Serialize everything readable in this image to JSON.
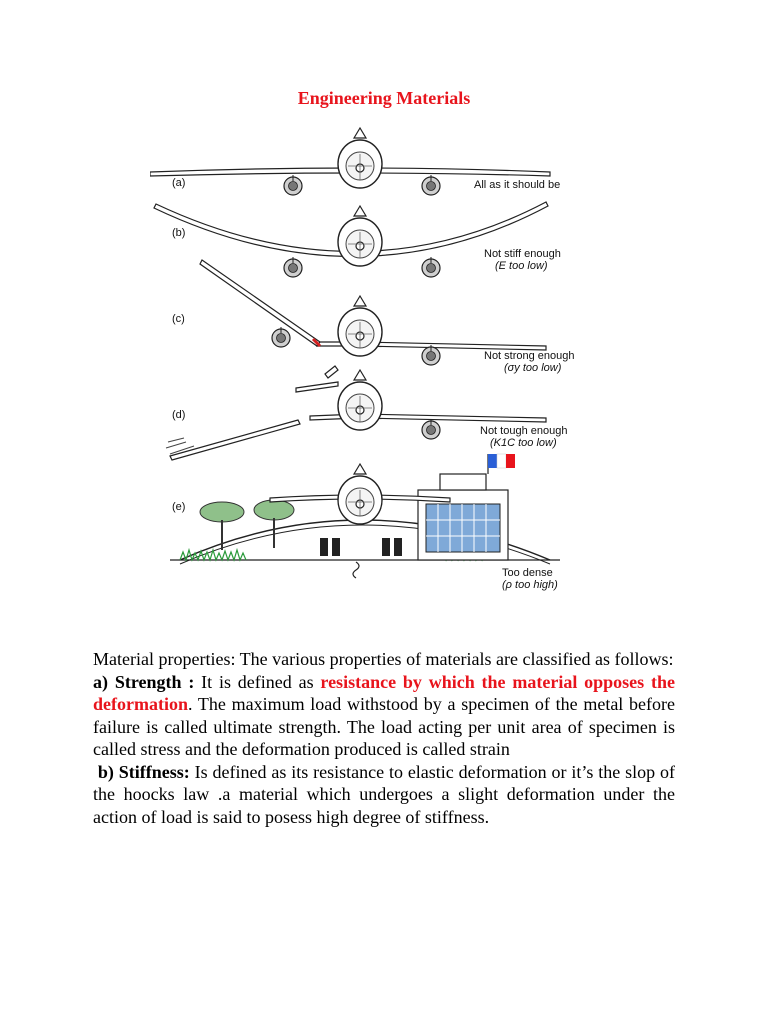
{
  "title": "Engineering Materials",
  "figure": {
    "panels": [
      {
        "label": "(a)",
        "caption": "All as it should be",
        "sub": ""
      },
      {
        "label": "(b)",
        "caption": "Not stiff enough",
        "sub": "(E too low)"
      },
      {
        "label": "(c)",
        "caption": "Not strong enough",
        "sub": "(σy too low)"
      },
      {
        "label": "(d)",
        "caption": "Not tough enough",
        "sub": "(K1C too low)"
      },
      {
        "label": "(e)",
        "caption": "Too dense",
        "sub": "(ρ too high)"
      }
    ]
  },
  "text": {
    "intro": "Material properties: The various properties of materials are classified as follows:",
    "strength_head": "a) Strength :",
    "strength_pre": " It is defined as ",
    "strength_red": "resistance by which the material opposes the deformation",
    "strength_post": ". The maximum load withstood by a specimen of the metal before failure is called ultimate strength. The load acting per unit area of specimen is called stress and the deformation produced is called strain",
    "stiffness_head": "b) Stiffness:",
    "stiffness_body": " Is defined as its resistance to elastic deformation or it’s the slop of the hoocks law .a material which undergoes a slight deformation under the action of load is said to posess high degree of stiffness."
  }
}
